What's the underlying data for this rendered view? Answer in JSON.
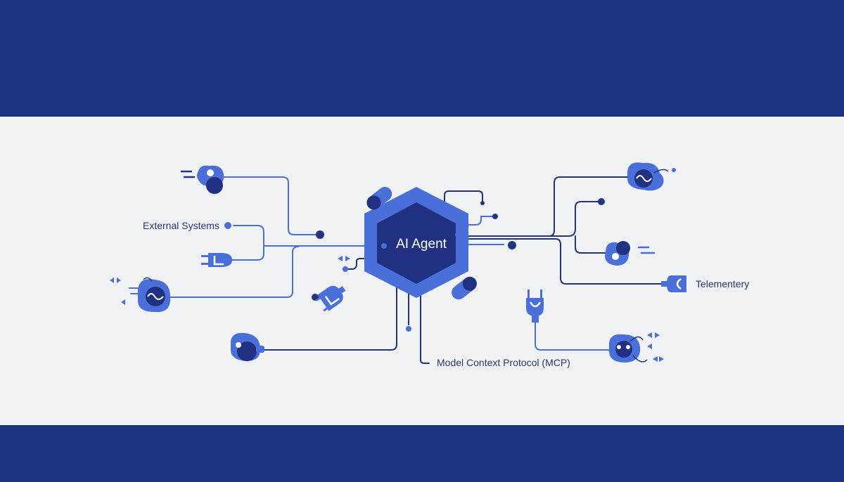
{
  "diagram": {
    "center_label": "AI Agent",
    "labels": {
      "external_systems": "External Systems",
      "telemetry": "Telementery",
      "mcp": "Model Context Protocol (MCP)"
    }
  },
  "colors": {
    "band": "#1e3282",
    "background": "#f1f2f4",
    "accent": "#4b6fd8",
    "dark": "#1c2f7e",
    "line_dark": "#22347f",
    "line_light": "#4b6fd8"
  },
  "icons": [
    "plug-icon",
    "waveform-icon",
    "node-icon",
    "arrow-icon"
  ]
}
